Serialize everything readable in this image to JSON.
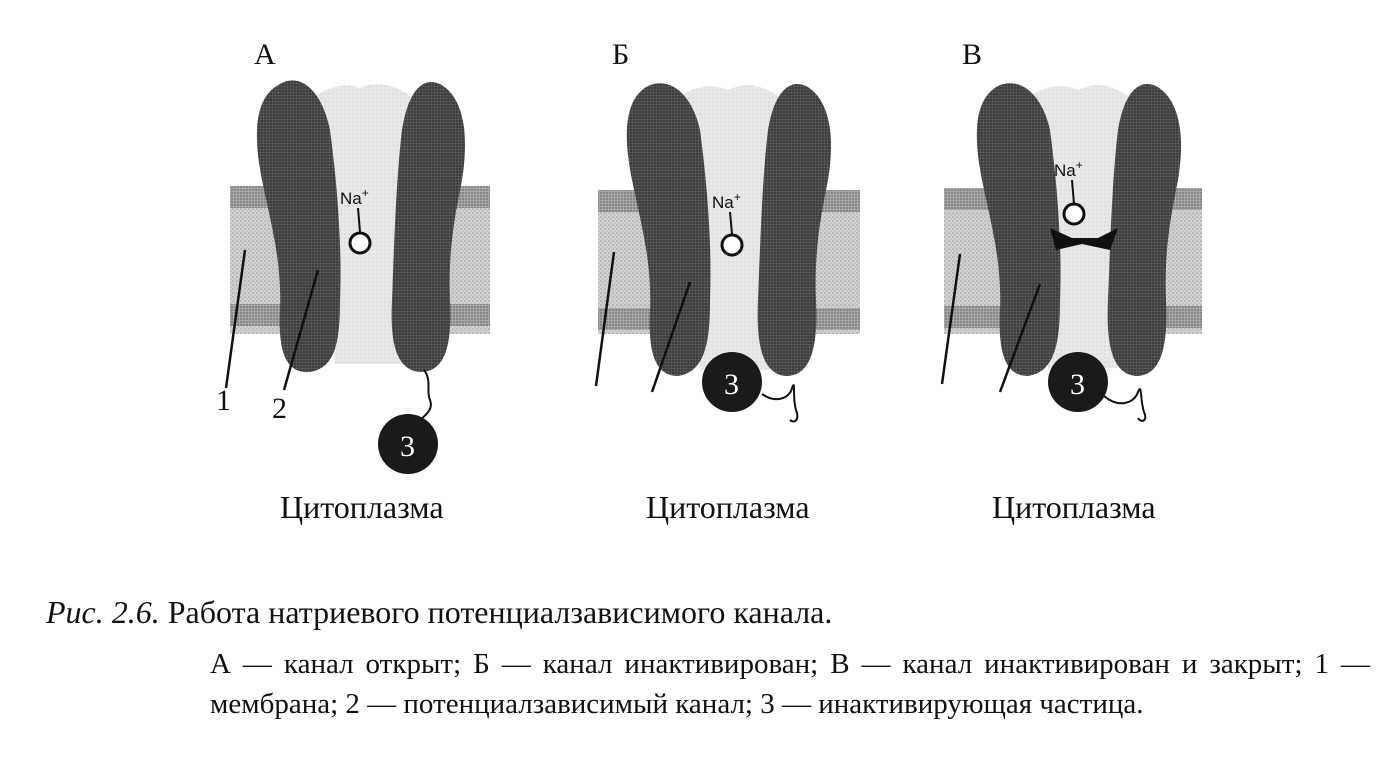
{
  "panels": [
    {
      "letter": "А",
      "cytoplasm": "Цитоплазма",
      "na": "Na+",
      "particle": "3"
    },
    {
      "letter": "Б",
      "cytoplasm": "Цитоплазма",
      "na": "Na+",
      "particle": "3"
    },
    {
      "letter": "В",
      "cytoplasm": "Цитоплазма",
      "na": "Na+",
      "particle": "3"
    }
  ],
  "labels": {
    "membrane_num": "1",
    "channel_num": "2"
  },
  "caption": {
    "ref": "Рис. 2.6.",
    "title": "Работа натриевого потенциалзависимого канала.",
    "legend": "А — канал открыт; Б — канал инактивирован; В — канал инактивирован и закрыт; 1 — мембрана; 2 — потенциалзависимый канал; 3 — инактивирующая частица."
  },
  "colors": {
    "membrane": "#c9c9c9",
    "membrane_edge": "#8f8f8f",
    "subunit": "#4a4a4a",
    "pore": "#e6e6e6",
    "particle": "#1a1a1a"
  }
}
